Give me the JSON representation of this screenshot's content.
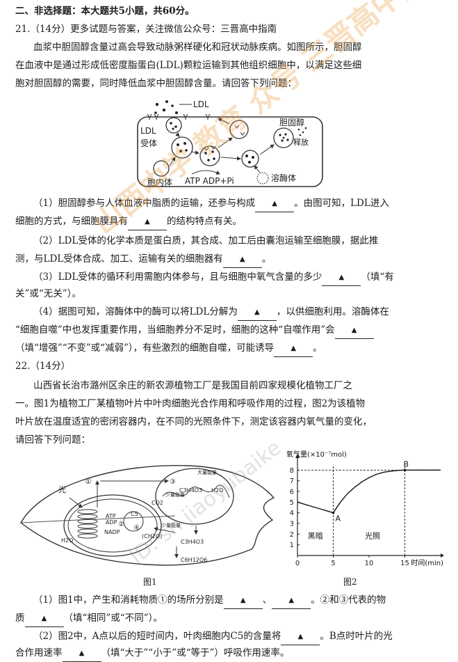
{
  "section_title": "二、非选择题：本大题共5小题，共60分。",
  "q21": {
    "header": "21.（14分）更多试题与答案，关注微信公众号：三晋高中指南",
    "intro": [
      "血浆中胆固醇含量过高会导致动脉粥样硬化和冠状动脉疾病。如图所示，胆固醇",
      "在血液中是通过形成低密度脂蛋白(LDL)颗粒运输到其他组织细胞中，以满足这些细",
      "胞对胆固醇的需要，同时降低血浆中胆固醇含量。请回答下列问题："
    ],
    "figure": {
      "ldl": "LDL",
      "ldl_receptor_1": "LDL",
      "ldl_receptor_2": "受体",
      "cholesterol": "胆固醇",
      "release": "释放",
      "endosome": "胞内体",
      "atp_adp": "ATP ADP+Pi",
      "lysosome": "溶酶体"
    },
    "p1": {
      "a": "（1）胆固醇参与人体血液中脂质的运输，还参与构成",
      "b": "。由图可知，LDL进入",
      "c": "细胞的方式，与细胞膜具有",
      "d": "的结构特点有关。"
    },
    "p2": {
      "a": "（2）LDL受体的化学本质是蛋白质，其合成、加工后由囊泡运输至细胞膜，据此推",
      "b": "测，与LDL受体合成、加工、运输有关的细胞器有",
      "c": "。"
    },
    "p3": {
      "a": "（3）LDL受体的循环利用需胞内体参与，且与细胞中氧气含量的多少",
      "b": "（填“有",
      "c": "关”或“无关”）。"
    },
    "p4": {
      "a": "（4）据图可知，溶酶体中的酶可以将LDL分解为",
      "b": "，以供细胞利用。溶酶体在",
      "c": "“细胞自噬”中也发挥重要作用，当细胞养分不足时，细胞的这种“自噬作用”会",
      "d": "（填“增强”“不变”或“减弱”），有些激烈的细胞自噬，可能诱导",
      "e": "。"
    }
  },
  "q22": {
    "header": "22.（14分）",
    "intro": [
      "山西省长治市潞州区余庄的新农源植物工厂是我国目前四家规模化植物工厂之",
      "一。图1为植物工厂某植物叶片中叶肉细胞光合作用和呼吸作用的过程，图2为该植物",
      "叶片放在温度适宜的密闭容器内，在不同的光照条件下，测定该容器内氧气量的变化，",
      "请回答下列问题："
    ],
    "fig1": {
      "caption": "图1",
      "light": "光",
      "n1": "①",
      "n2": "②",
      "n3": "③",
      "n4": "④",
      "atp": "ATP",
      "adp": "ADP",
      "nadp": "NADP",
      "c5": "C5",
      "ch2o": "(CH2O)",
      "h2o_left": "H2O",
      "co2": "CO2",
      "big_energy": "大量能量",
      "small_energy1": "少量能量",
      "small_energy2": "少量能量",
      "c3h4o3_1": "C3H4O3",
      "c3h4o3_2": "C3H4O3",
      "c6h12o6": "C6H12O6",
      "h2o_mito": "H2O"
    },
    "fig2": {
      "caption": "图2",
      "ylabel": "氧气量(×10⁻⁷mol)",
      "xlabel": "时间(min)",
      "dark": "黑暗",
      "light": "光照",
      "point_a": "A",
      "point_b": "B"
    },
    "p1": {
      "a": "（1）图1中，产生和消耗物质①的场所分别是",
      "sep": "、",
      "b": "。②和③代表的物",
      "c": "质",
      "d": "（填“相同”或“不同”）。"
    },
    "p2": {
      "a": "（2）图2中，A点以后的短时间内，叶肉细胞内C5的含量将",
      "b": "。B点时叶片的光",
      "c": "合作用速率",
      "d": "（填“大于”“小于”或“等于”）呼吸作用速率。"
    }
  },
  "blank_mark": "▲",
  "watermark_1": "山西中学 教育 众号 三晋高中指南",
  "watermark_2": "ID: sn jiaoyubaike",
  "chart_data": {
    "type": "line",
    "title": "",
    "xlabel": "时间(min)",
    "ylabel": "氧气量(×10⁻⁷mol)",
    "x_ticks": [
      0,
      5,
      10,
      15
    ],
    "y_ticks": [
      0,
      1,
      2,
      3,
      4,
      5,
      6,
      7,
      8
    ],
    "xlim": [
      0,
      20
    ],
    "ylim": [
      0,
      9
    ],
    "series": [
      {
        "points": [
          [
            0,
            5
          ],
          [
            1,
            4.8
          ],
          [
            2,
            4.6
          ],
          [
            3,
            4.4
          ],
          [
            4,
            4.2
          ],
          [
            5,
            4
          ],
          [
            6,
            5
          ],
          [
            7,
            5.8
          ],
          [
            8,
            6.4
          ],
          [
            9,
            6.9
          ],
          [
            10,
            7.3
          ],
          [
            11,
            7.6
          ],
          [
            12,
            7.8
          ],
          [
            13,
            7.9
          ],
          [
            14,
            7.97
          ],
          [
            15,
            8
          ],
          [
            17,
            8
          ],
          [
            20,
            8
          ]
        ]
      }
    ],
    "annotations": [
      {
        "label": "A",
        "x": 5,
        "y": 4
      },
      {
        "label": "B",
        "x": 15,
        "y": 8
      },
      {
        "label": "黑暗",
        "x_range": [
          0,
          5
        ]
      },
      {
        "label": "光照",
        "x_range": [
          5,
          20
        ]
      }
    ],
    "reference_lines": [
      {
        "x": 5,
        "style": "dashed"
      },
      {
        "x": 15,
        "style": "dashed"
      },
      {
        "y": 8,
        "style": "dashed"
      }
    ]
  }
}
